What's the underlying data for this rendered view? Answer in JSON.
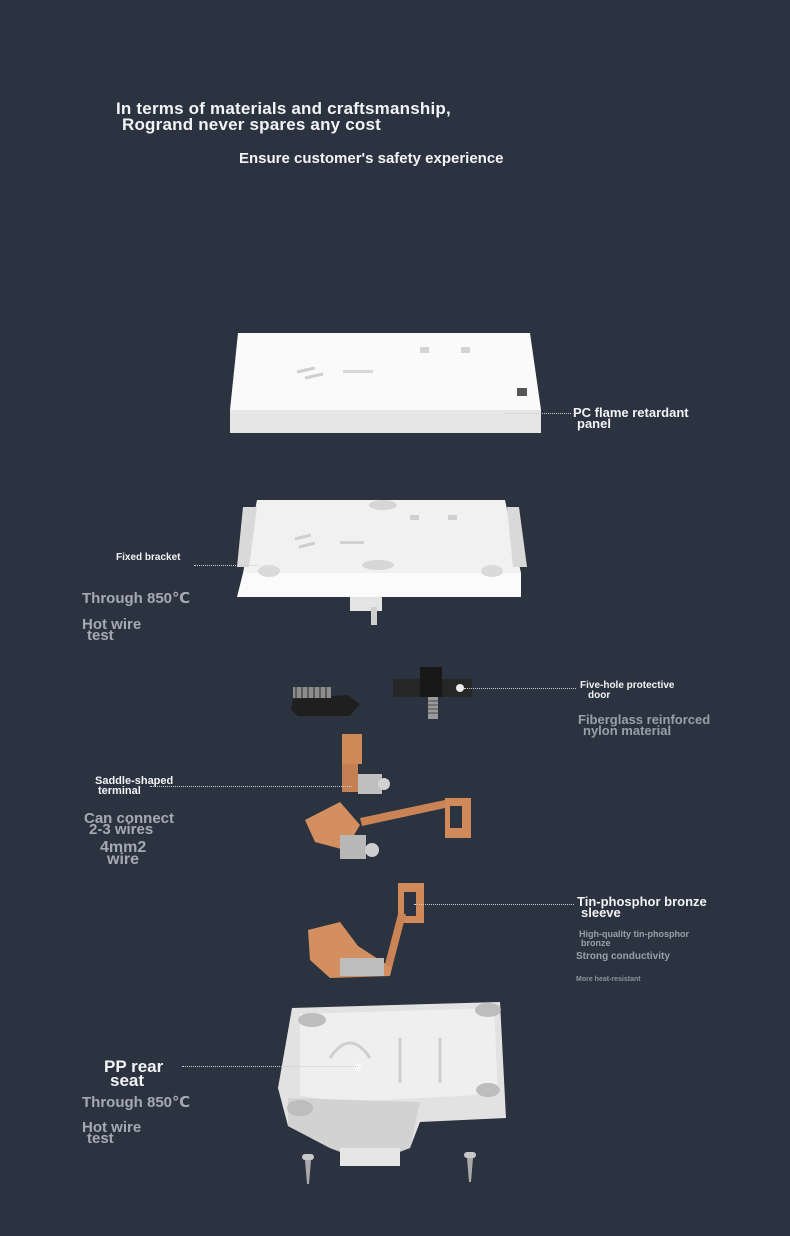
{
  "header": {
    "line1": "In terms of materials and craftsmanship,",
    "line2": "Rogrand never spares any cost",
    "subtitle": "Ensure customer's safety experience"
  },
  "panel": {
    "label_l1": "PC flame retardant",
    "label_l2": "panel"
  },
  "bracket": {
    "label": "Fixed bracket",
    "note1": "Through 850℃",
    "note2_l1": "Hot wire",
    "note2_l2": "test"
  },
  "door": {
    "label_l1": "Five-hole protective",
    "label_l2": "door",
    "note_l1": "Fiberglass reinforced",
    "note_l2": "nylon material"
  },
  "terminal": {
    "label_l1": "Saddle-shaped",
    "label_l2": "terminal",
    "note_l1": "Can connect",
    "note_l2": "2-3 wires",
    "note_l3": "4mm2",
    "note_l4": "wire"
  },
  "sleeve": {
    "label_l1": "Tin-phosphor bronze",
    "label_l2": "sleeve",
    "note1_l1": "High-quality tin-phosphor",
    "note1_l2": "bronze",
    "note2": "Strong conductivity",
    "note3": "More heat-resistant"
  },
  "rear_seat": {
    "label_l1": "PP rear",
    "label_l2": "seat",
    "note1": "Through 850℃",
    "note2_l1": "Hot wire",
    "note2_l2": "test"
  }
}
